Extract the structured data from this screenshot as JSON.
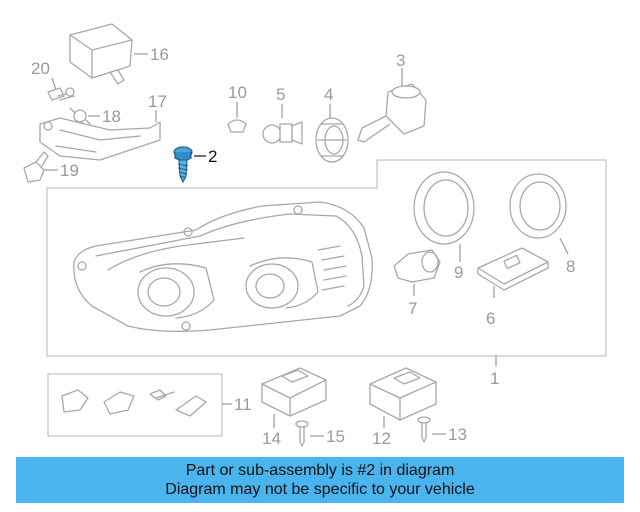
{
  "diagram": {
    "highlighted_part": "2",
    "callouts": {
      "c1": "1",
      "c2": "2",
      "c3": "3",
      "c4": "4",
      "c5": "5",
      "c6": "6",
      "c7": "7",
      "c8": "8",
      "c9": "9",
      "c10": "10",
      "c11": "11",
      "c12": "12",
      "c13": "13",
      "c14": "14",
      "c15": "15",
      "c16": "16",
      "c17": "17",
      "c18": "18",
      "c19": "19",
      "c20": "20"
    },
    "colors": {
      "line": "#a8a8a8",
      "highlight": "#2f8fc9",
      "banner": "#4ab4ee"
    }
  },
  "banner": {
    "line1": "Part or sub-assembly is #2 in diagram",
    "line2": "Diagram may not be specific to your vehicle"
  }
}
